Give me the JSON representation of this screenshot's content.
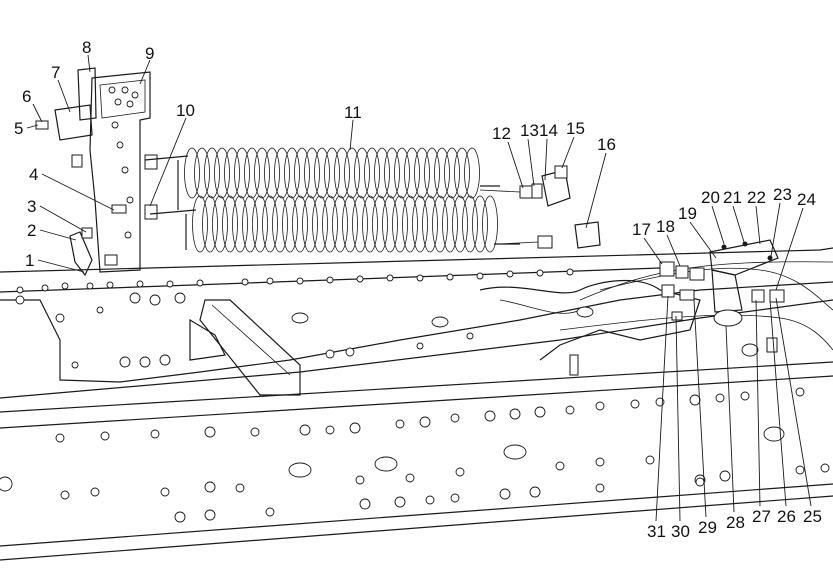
{
  "callouts": [
    "1",
    "2",
    "3",
    "4",
    "5",
    "6",
    "7",
    "8",
    "9",
    "10",
    "11",
    "12",
    "13",
    "14",
    "15",
    "16",
    "17",
    "18",
    "19",
    "20",
    "21",
    "22",
    "23",
    "24",
    "25",
    "26",
    "27",
    "28",
    "29",
    "30",
    "31"
  ]
}
